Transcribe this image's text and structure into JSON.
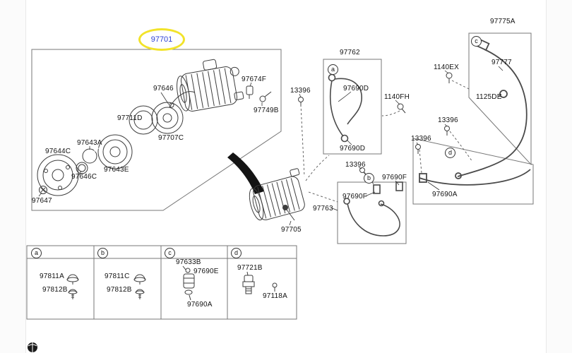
{
  "page": {
    "background": "#ffffff",
    "line_color": "#6f6f6f",
    "accent_blue": "#2b3fd4",
    "highlight_yellow": "#f2e32a"
  },
  "selected_part": {
    "number": "97701"
  },
  "labels": {
    "p97775A": "97775A",
    "p97762": "97762",
    "p97646": "97646",
    "p97674F": "97674F",
    "p97749B": "97749B",
    "p97711D": "97711D",
    "p97707C": "97707C",
    "p97643A": "97643A",
    "p97644C": "97644C",
    "p97646C": "97646C",
    "p97643E": "97643E",
    "p97647": "97647",
    "p13396_1": "13396",
    "p97690D_1": "97690D",
    "p1140FH": "1140FH",
    "p1140EX": "1140EX",
    "p97777": "97777",
    "p1125DE": "1125DE",
    "p13396_2": "13396",
    "p13396_3": "13396",
    "p97690D_2": "97690D",
    "p13396_4": "13396",
    "p97690F_1": "97690F",
    "p97690F_2": "97690F",
    "p97690A_1": "97690A",
    "p97763": "97763",
    "p97705": "97705"
  },
  "callouts": {
    "a": "a",
    "b": "b",
    "c": "c",
    "d": "d"
  },
  "legend": {
    "col_a": {
      "letter": "a",
      "part1": "97811A",
      "part2": "97812B"
    },
    "col_b": {
      "letter": "b",
      "part1": "97811C",
      "part2": "97812B"
    },
    "col_c": {
      "letter": "c",
      "part1": "97633B",
      "part2": "97690E",
      "part3": "97690A"
    },
    "col_d": {
      "letter": "d",
      "part1": "97721B",
      "part2": "97118A"
    }
  }
}
